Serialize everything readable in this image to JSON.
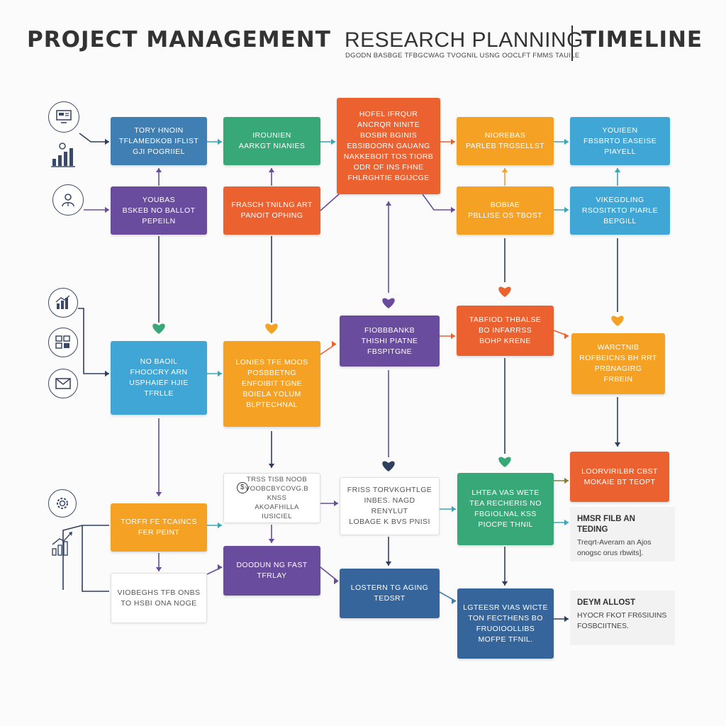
{
  "header": {
    "title": "PROJECT MANAGEMENT",
    "title2": "RESEARCH PLANNING",
    "subtitle": "DGODN BASBGE TFBGCWAG TVOGNIL USNG OOCLFT FMMS TAUILE",
    "title3": "TIMELINE"
  },
  "boxes": {
    "b1": [
      "TORY HNOIN",
      "TFLAMEDKOB IFLIST",
      "GJI POGRIIEL"
    ],
    "b2": [
      "IROUNIEN",
      "AARKGT NIANIES"
    ],
    "b3": [
      "HOFEL IFRQUR",
      "ANCRQR NINITE",
      "BOSBR BGINIS",
      "EBSIBOORN GAUANG",
      "NAKKEBOIT TOS TIORB",
      "ODR OF INS FHNE",
      "FHLRGHTIE BGIJCGE"
    ],
    "b4": [
      "NIOREBAS",
      "PARLEB TRGSELLST"
    ],
    "b5": [
      "YOUIEEN",
      "FBSBRTO EASEISE",
      "PIAYELL"
    ],
    "b6": [
      "YOUBAS",
      "BSKEB NO BALLOT",
      "PEPEILN"
    ],
    "b7": [
      "FRASCH TNILNG ART",
      "PANOIT OPHING"
    ],
    "b8": [
      "BOBIAE",
      "PBLLISE OS TBOST"
    ],
    "b9": [
      "VIKEGDLING",
      "RSOSITKTO PIARLE",
      "BEPGILL"
    ],
    "b10": [
      "NO BAOIL",
      "FHOOCRY ARN",
      "USPHAIEF HJIE",
      "TFRLLE"
    ],
    "b11": [
      "LONIES TFE MOOS",
      "POSBBETNG",
      "ENFOIBIT TGNE",
      "BOIELA YOLUM",
      "BLPTECHNAL"
    ],
    "b12": [
      "FIOBBBANKB",
      "THISHI PIATNE",
      "FBSPITGNE"
    ],
    "b13": [
      "TABFIOD THBALSE",
      "BO INFARRSS",
      "BOHP KRENE"
    ],
    "b14": [
      "WARCTNIB",
      "ROFBEICNS BH RRT",
      "PRBNAGIRG",
      "FRBEIN"
    ],
    "b15": [
      "TRSS TISB NOOB",
      "VOOBCBYCOVG.B KNSS",
      "AKOAFHILLA IUSICIEL"
    ],
    "b16": [
      "FRISS TORVKGHTLGE",
      "INBES. NAGD RENYLUT",
      "LOBAGE K BVS PNISI"
    ],
    "b17": [
      "LHTEA VAS WETE",
      "TEA RECHERIS NO",
      "FBGIOLNAL KSS",
      "PIOCPE THNIL"
    ],
    "b18": [
      "LOORVIRILBR CBST",
      "MOKAIE BT TEOPT"
    ],
    "b19": [
      "TORFR FE TCAINCS",
      "FER PEINT"
    ],
    "b20": [
      "DOODUN NG FAST",
      "TFRLAY"
    ],
    "b21": [
      "VIOBEGHS TFB ONBS",
      "TO HSBI ONA NOGE"
    ],
    "b22": [
      "LOSTERN TG AGING",
      "TEDSRT"
    ],
    "b23": [
      "LGTEESR VIAS WICTE",
      "TON FECTHENS BO",
      "FRUOIOOLLIBS",
      "MOFPE TFNIL."
    ]
  },
  "notes": {
    "n1": {
      "title": "HMSR FILB AN TEDING",
      "lines": [
        "Treqrt-Averam an Ajos",
        "onogsc orus rbwits]."
      ]
    },
    "n2": {
      "title": "DEYM ALLOST",
      "lines": [
        "HYOCR FKOT FR6SIUINS",
        "FOSBCIITNES."
      ]
    }
  },
  "coin_label": "$"
}
